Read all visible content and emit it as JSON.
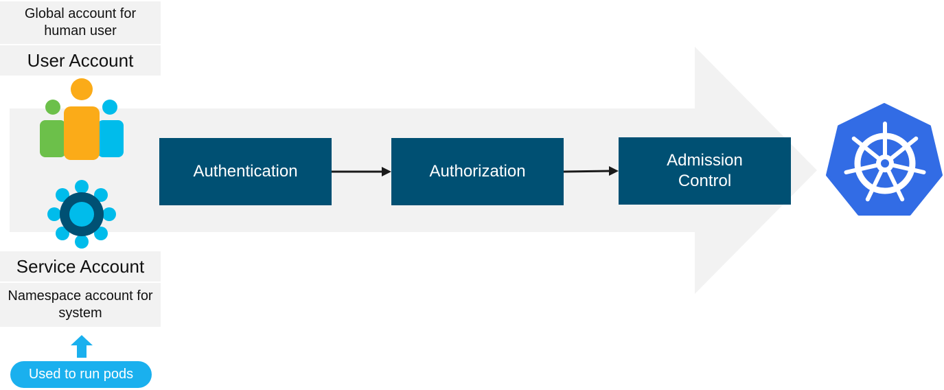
{
  "user_account": {
    "description": "Global account for human user",
    "title": "User Account"
  },
  "service_account": {
    "title": "Service Account",
    "description": "Namespace account for system"
  },
  "pill_label": "Used to run pods",
  "flow": {
    "steps": [
      "Authentication",
      "Authorization",
      "Admission Control"
    ]
  },
  "colors": {
    "step_fill": "#005073",
    "big_arrow": "#f2f2f2",
    "kubernetes_blue": "#326ce5",
    "pill": "#1ab0ee",
    "gear_dark": "#005073",
    "gear_light": "#00bceb",
    "user_green": "#6cc04a",
    "user_orange": "#fbab18",
    "user_cyan": "#00bceb"
  },
  "icons": [
    "users-icon",
    "gear-icon",
    "up-arrow-icon",
    "kubernetes-helm-icon"
  ]
}
